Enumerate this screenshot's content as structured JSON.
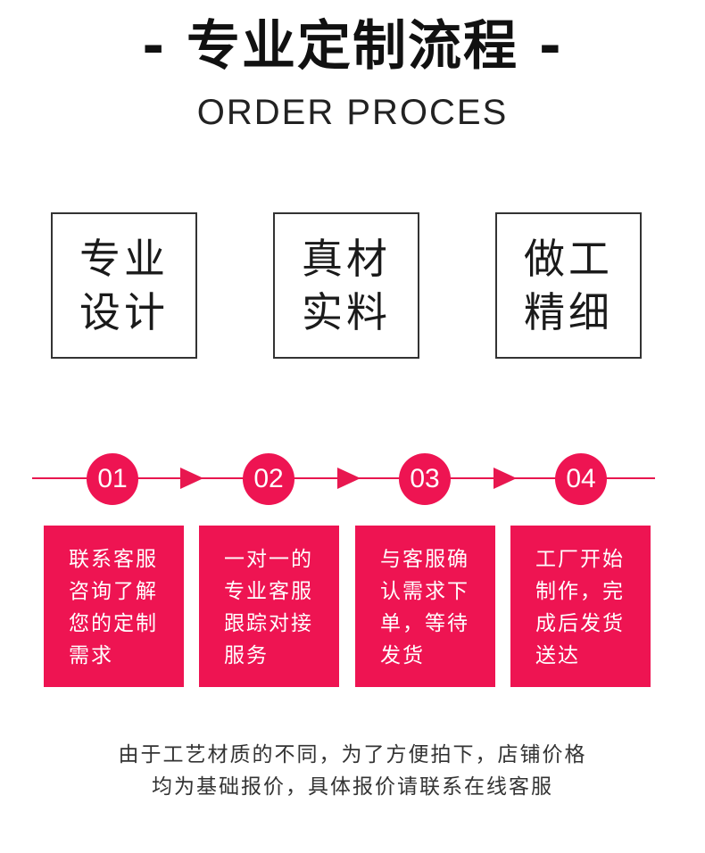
{
  "header": {
    "title": "- 专业定制流程 -",
    "subtitle": "ORDER PROCES"
  },
  "features": [
    {
      "line1": "专业",
      "line2": "设计"
    },
    {
      "line1": "真材",
      "line2": "实料"
    },
    {
      "line1": "做工",
      "line2": "精细"
    }
  ],
  "steps": [
    {
      "number": "01",
      "lines": [
        "联系客服",
        "咨询了解",
        "您的定制",
        "需求"
      ]
    },
    {
      "number": "02",
      "lines": [
        "一对一的",
        "专业客服",
        "跟踪对接",
        "服务"
      ]
    },
    {
      "number": "03",
      "lines": [
        "与客服确",
        "认需求下",
        "单，等待",
        "发货"
      ]
    },
    {
      "number": "04",
      "lines": [
        "工厂开始",
        "制作，完",
        "成后发货",
        "送达"
      ]
    }
  ],
  "note": {
    "line1": "由于工艺材质的不同，为了方便拍下，店铺价格",
    "line2": "均为基础报价，具体报价请联系在线客服"
  },
  "colors": {
    "accent": "#ee1452",
    "line": "#e8174f",
    "border": "#333333"
  },
  "icons": [
    "arrow-right-icon"
  ]
}
